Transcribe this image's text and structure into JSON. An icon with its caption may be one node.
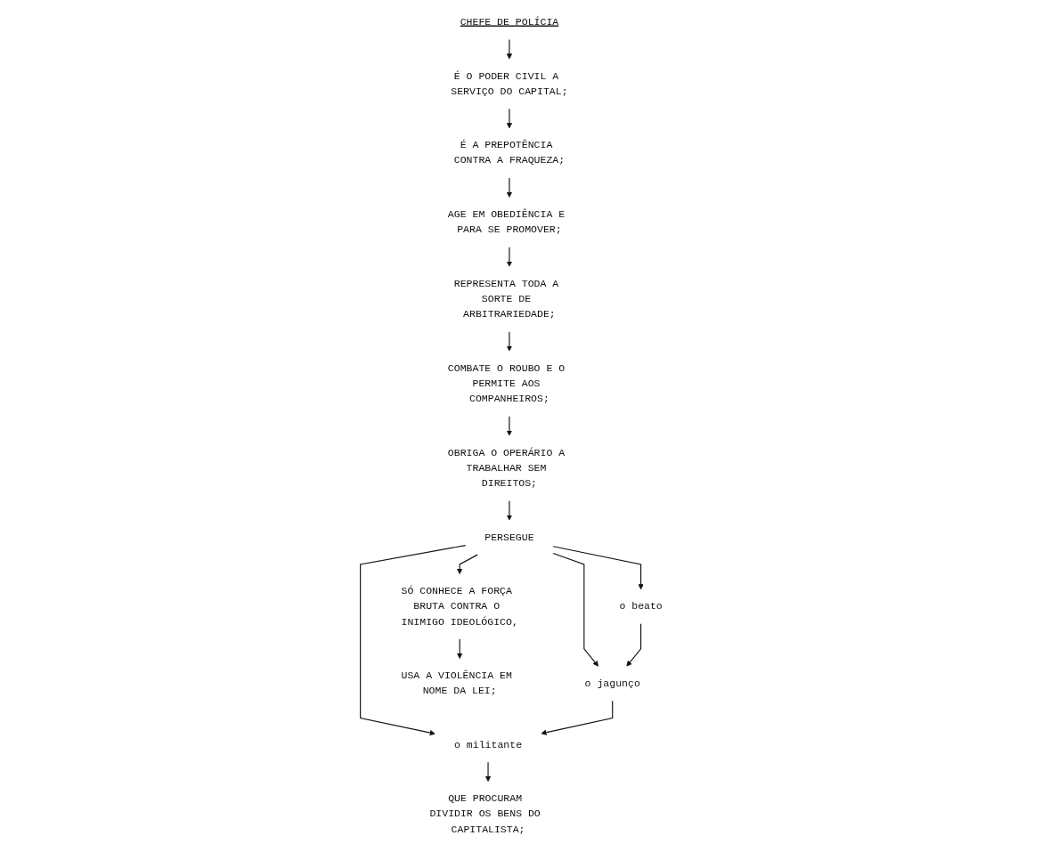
{
  "diagram": {
    "nodes": [
      {
        "text": [
          "CHEFE DE POLÍCIA"
        ]
      },
      {
        "text": [
          "É O PODER CIVIL A SERVIÇO DO CAPITAL;"
        ]
      },
      {
        "text": [
          "É A PREPOTÊNCIA CONTRA A FRAQUEZA;"
        ]
      },
      {
        "text": [
          "AGE EM OBEDIÊNCIA E PARA SE PROMOVER;"
        ]
      },
      {
        "text": [
          "REPRESENTA TODA A SORTE DE ARBITRARIEDADE;"
        ]
      },
      {
        "text": [
          "COMBATE O ROUBO E O PERMITE AOS COMPANHEIROS;"
        ]
      },
      {
        "text": [
          "OBRIGA O OPERÁRIO A TRABALHAR SEM DIREITOS;"
        ]
      },
      {
        "text": [
          "PERSEGUE"
        ]
      },
      {
        "text": [
          "o beato"
        ]
      },
      {
        "text": [
          "o jagunço"
        ]
      },
      {
        "text": [
          "o militante"
        ]
      },
      {
        "text": [
          "QUE PROCURAM DIVIDIR OS BENS DO CAPITALISTA;"
        ]
      },
      {
        "text": [
          "SÓ CONHECE A FORÇA BRUTA CONTRA O INIMIGO IDEOLÓGICO,"
        ]
      },
      {
        "text": [
          "USA A VIOLÊNCIA EM NOME DA LEI;"
        ]
      }
    ],
    "edges": [
      {
        "from": 0,
        "to": 1,
        "arrow": "to"
      },
      {
        "from": 1,
        "to": 2,
        "arrow": "to"
      },
      {
        "from": 2,
        "to": 3,
        "arrow": "to"
      },
      {
        "from": 3,
        "to": 4,
        "arrow": "to"
      },
      {
        "from": 4,
        "to": 5,
        "arrow": "to"
      },
      {
        "from": 5,
        "to": 6,
        "arrow": "to"
      },
      {
        "from": 6,
        "to": 7,
        "arrow": "to"
      },
      {
        "from": 7,
        "to": 8,
        "arrow": "to"
      },
      {
        "from": 7,
        "to": 9,
        "arrow": "to"
      },
      {
        "from": 7,
        "to": 10,
        "arrow": "to"
      },
      {
        "from": 8,
        "to": 9,
        "arrow": "to"
      },
      {
        "from": 9,
        "to": 10,
        "arrow": "to"
      },
      {
        "from": 10,
        "to": 11,
        "arrow": "to"
      },
      {
        "from": 7,
        "to": 12,
        "arrow": "to"
      },
      {
        "from": 12,
        "to": 13,
        "arrow": "to"
      }
    ]
  }
}
